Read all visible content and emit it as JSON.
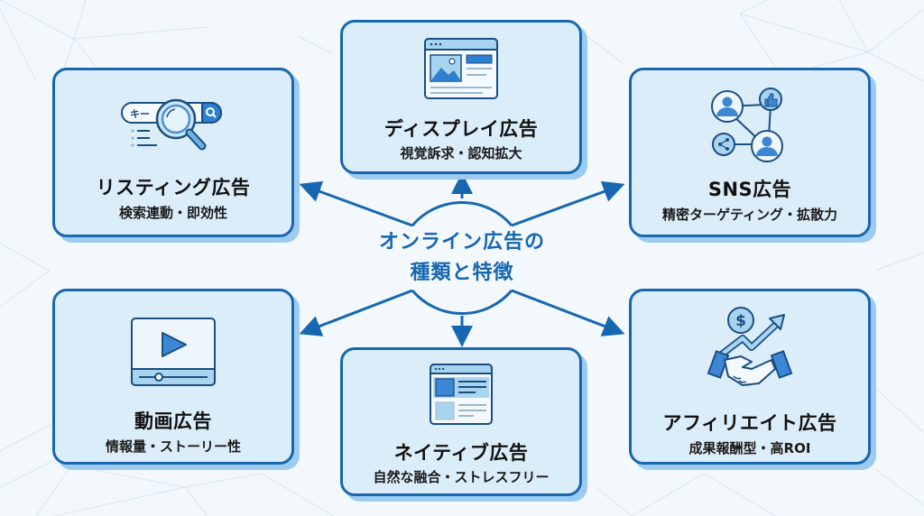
{
  "center": {
    "line1": "オンライン広告の",
    "line2": "種類と特徴"
  },
  "colors": {
    "accent": "#1767b0",
    "card_bg": "#dcedfa",
    "card_shadow": "#9ccbef",
    "icon_light": "#a9d4f0",
    "icon_mid": "#3b87d6",
    "background": "#f3f8fc"
  },
  "cards": {
    "listing": {
      "title": "リスティング広告",
      "subtitle": "検索連動・即効性",
      "icon": "search-magnifier-icon",
      "search_text": "キー"
    },
    "display": {
      "title": "ディスプレイ広告",
      "subtitle": "視覚訴求・認知拡大",
      "icon": "browser-image-icon"
    },
    "sns": {
      "title": "SNS広告",
      "subtitle": "精密ターゲティング・拡散力",
      "icon": "social-network-icon"
    },
    "video": {
      "title": "動画広告",
      "subtitle": "情報量・ストーリー性",
      "icon": "video-player-icon"
    },
    "native": {
      "title": "ネイティブ広告",
      "subtitle": "自然な融合・ストレスフリー",
      "icon": "native-article-icon"
    },
    "affiliate": {
      "title": "アフィリエイト広告",
      "subtitle": "成果報酬型・高ROI",
      "icon": "handshake-growth-icon"
    }
  }
}
